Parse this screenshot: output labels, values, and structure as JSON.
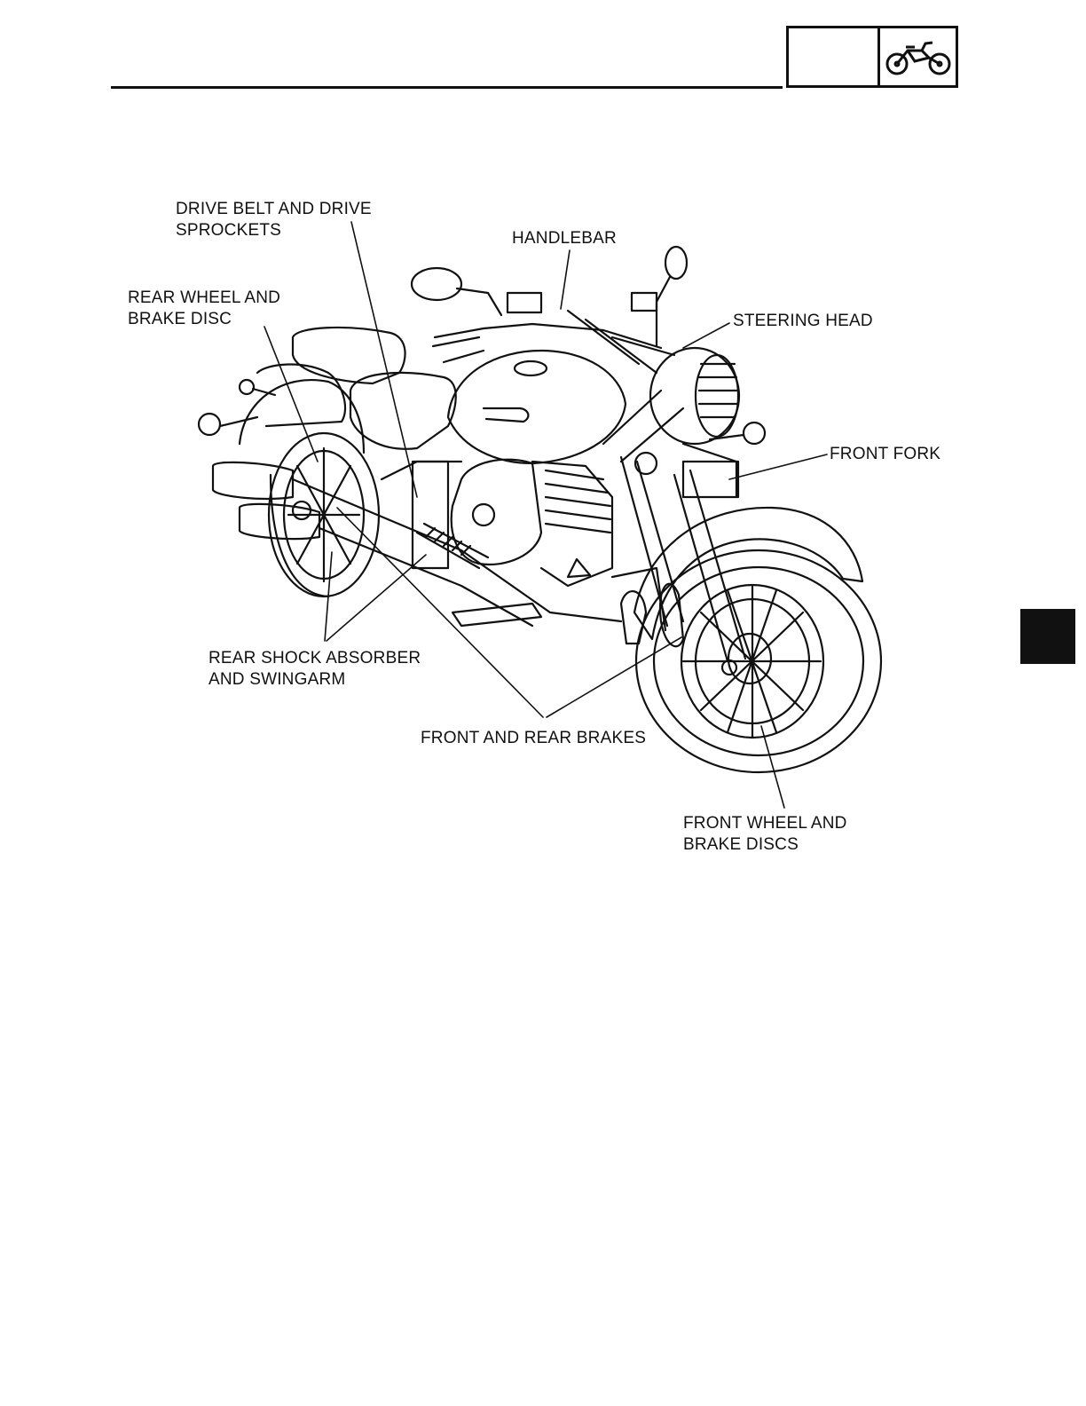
{
  "header": {
    "chapter_icon": "motorcycle-icon"
  },
  "diagram": {
    "callouts": {
      "drive_belt": "DRIVE BELT AND DRIVE\nSPROCKETS",
      "handlebar": "HANDLEBAR",
      "rear_wheel": "REAR WHEEL AND\nBRAKE DISC",
      "steering_head": "STEERING HEAD",
      "front_fork": "FRONT FORK",
      "rear_shock": "REAR SHOCK ABSORBER\nAND SWINGARM",
      "brakes": "FRONT AND REAR BRAKES",
      "front_wheel": "FRONT WHEEL AND\nBRAKE DISCS"
    }
  },
  "colors": {
    "ink": "#111111",
    "paper": "#ffffff"
  }
}
